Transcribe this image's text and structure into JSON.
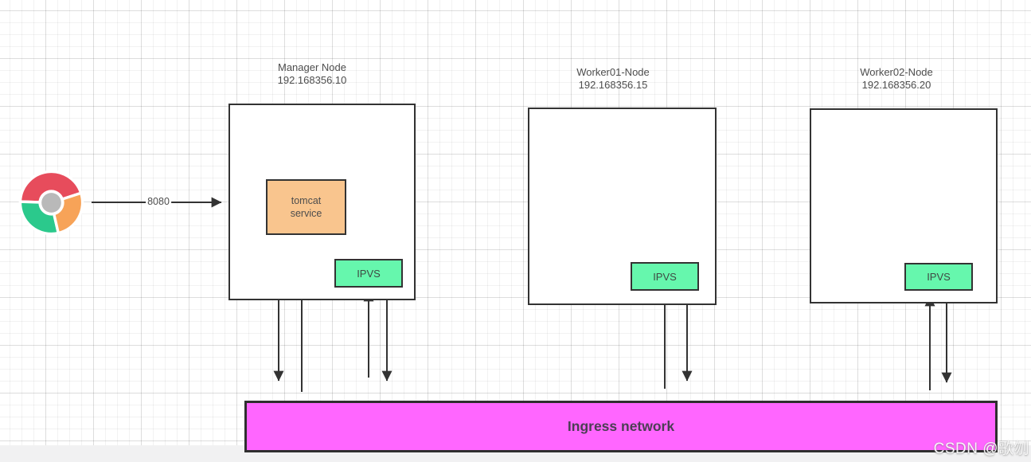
{
  "client": {
    "browser_icon": "chrome",
    "request_port": "8080"
  },
  "nodes": [
    {
      "title": "Manager Node",
      "ip": "192.168356.10",
      "tomcat_label": "tomcat service",
      "ipvs_label": "IPVS"
    },
    {
      "title": "Worker01-Node",
      "ip": "192.168356.15",
      "ipvs_label": "IPVS"
    },
    {
      "title": "Worker02-Node",
      "ip": "192.168356.20",
      "ipvs_label": "IPVS"
    }
  ],
  "ingress": {
    "label": "Ingress network"
  },
  "watermark": {
    "text": "CSDN @歌刎"
  },
  "colors": {
    "stroke": "#333333",
    "tomcat_fill": "#f9c58e",
    "ipvs_fill": "#66f7ad",
    "ingress_fill": "#ff66ff",
    "chrome_red": "#e74c5c",
    "chrome_green": "#2bc98c",
    "chrome_orange": "#f7a358",
    "chrome_gray": "#b9b9b9"
  }
}
